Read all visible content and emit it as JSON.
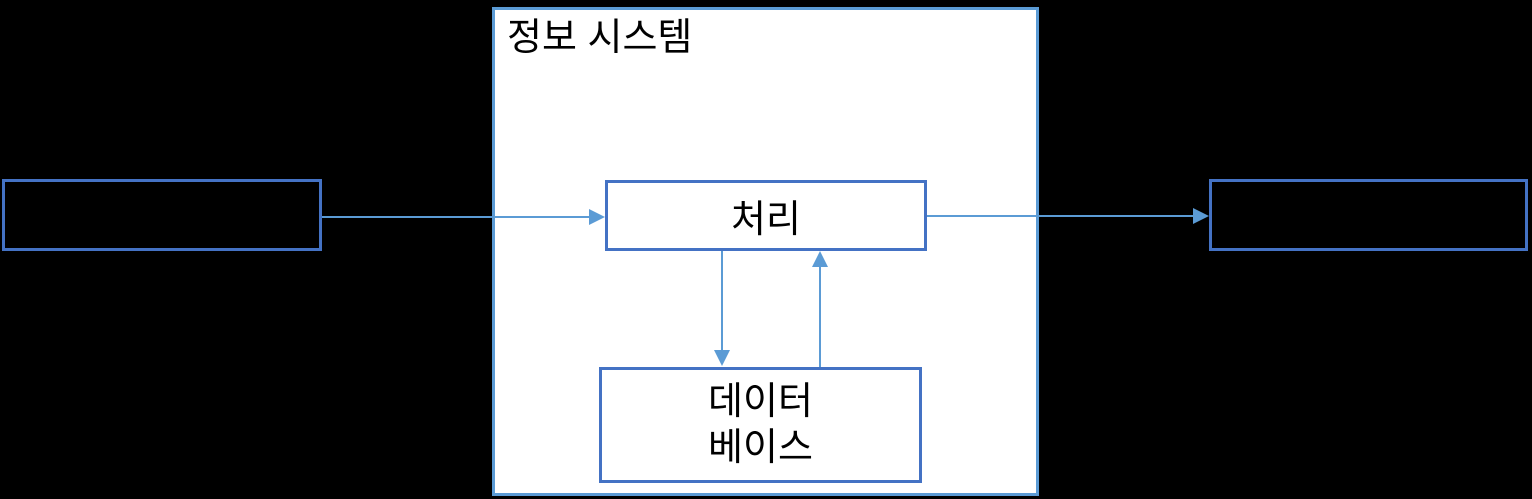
{
  "diagram": {
    "container": {
      "title": "정보 시스템"
    },
    "nodes": {
      "process": {
        "label": "처리"
      },
      "database": {
        "line1": "데이터",
        "line2": "베이스"
      }
    },
    "connectors": [
      {
        "name": "input-to-process",
        "direction": "right"
      },
      {
        "name": "process-to-output",
        "direction": "right"
      },
      {
        "name": "process-to-database",
        "direction": "down"
      },
      {
        "name": "database-to-process",
        "direction": "up"
      }
    ]
  },
  "colors": {
    "background": "#000000",
    "container_border": "#5B9BD5",
    "container_fill": "#FFFFFF",
    "node_border": "#4472C4",
    "dark_node_fill": "#000000",
    "connector": "#5B9BD5",
    "text": "#000000"
  }
}
